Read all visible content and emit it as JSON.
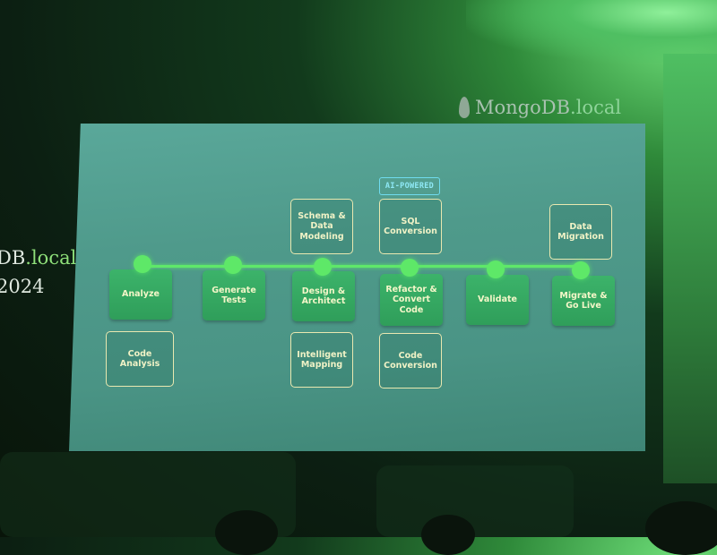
{
  "backdrop": {
    "logo_brand": "MongoDB",
    "logo_suffix": ".local",
    "side_brand": "DB",
    "side_suffix": ".local",
    "side_year": "2024"
  },
  "slide": {
    "badge": "AI-POWERED",
    "stages": [
      {
        "label": "Analyze"
      },
      {
        "label": "Generate\nTests"
      },
      {
        "label": "Design &\nArchitect"
      },
      {
        "label": "Refactor &\nConvert\nCode"
      },
      {
        "label": "Validate"
      },
      {
        "label": "Migrate &\nGo Live"
      }
    ],
    "above_notes": [
      {
        "label": "Schema &\nData\nModeling",
        "stage": "Design & Architect"
      },
      {
        "label": "SQL\nConversion",
        "stage": "Refactor & Convert Code"
      },
      {
        "label": "Data\nMigration",
        "stage": "Migrate & Go Live"
      }
    ],
    "below_notes": [
      {
        "label": "Code\nAnalysis",
        "stage": "Analyze"
      },
      {
        "label": "Intelligent\nMapping",
        "stage": "Design & Architect"
      },
      {
        "label": "Code\nConversion",
        "stage": "Refactor & Convert Code"
      }
    ]
  },
  "colors": {
    "accent_green": "#5ee868",
    "stage_fill": "#3cb36a",
    "screen_bg": "#4f9a8b",
    "badge_cyan": "#6fdcef",
    "note_border": "#e9e8b0"
  }
}
